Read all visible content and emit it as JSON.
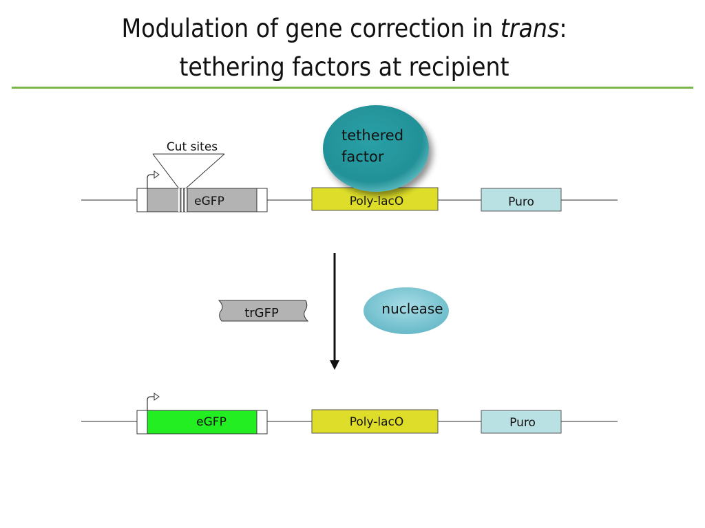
{
  "slide": {
    "title_line1_main": "Modulation of gene correction in ",
    "title_line1_italic": "trans",
    "title_line1_end": ":",
    "title_line2": "tethering factors at recipient"
  },
  "top_construct": {
    "cut_sites_label": "Cut sites",
    "egfp_label": "eGFP",
    "polylaco_label": "Poly-lacO",
    "puro_label": "Puro",
    "tethered_factor_line1": "tethered",
    "tethered_factor_line2": "factor"
  },
  "middle": {
    "donor_label": "trGFP",
    "nuclease_label": "nuclease"
  },
  "bottom_construct": {
    "egfp_label": "eGFP",
    "polylaco_label": "Poly-lacO",
    "puro_label": "Puro"
  },
  "colors": {
    "egfp_broken": "#b3b3b3",
    "egfp_corrected": "#22ee22",
    "polylaco": "#dede2a",
    "puro": "#b9e0e3",
    "tethered_factor": "#2a9fa6",
    "nuclease": "#7fc6d3",
    "title_rule": "#7ab648"
  }
}
